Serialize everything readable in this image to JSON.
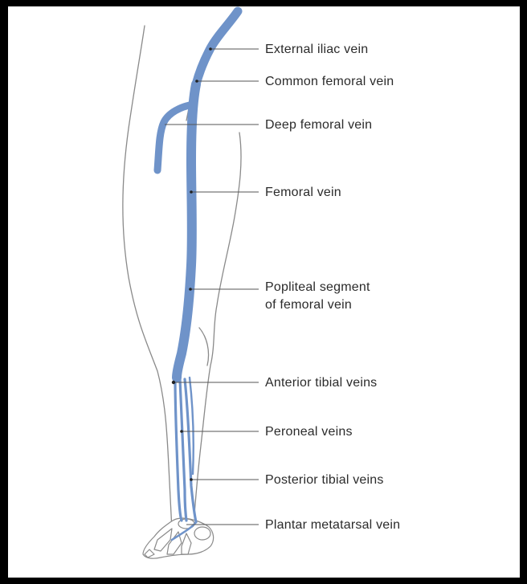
{
  "diagram": {
    "labels": {
      "external_iliac": "External iliac vein",
      "common_femoral": "Common femoral vein",
      "deep_femoral": "Deep femoral vein",
      "femoral": "Femoral vein",
      "popliteal_line1": "Popliteal segment",
      "popliteal_line2": "of femoral vein",
      "anterior_tibial": "Anterior tibial veins",
      "peroneal": "Peroneal veins",
      "posterior_tibial": "Posterior tibial veins",
      "plantar_metatarsal": "Plantar metatarsal vein"
    },
    "colors": {
      "vein": "#6f93c9",
      "vein_dark": "#4f74ad",
      "outline": "#8a8a8a",
      "leader": "#555555",
      "frame": "#000000"
    }
  }
}
